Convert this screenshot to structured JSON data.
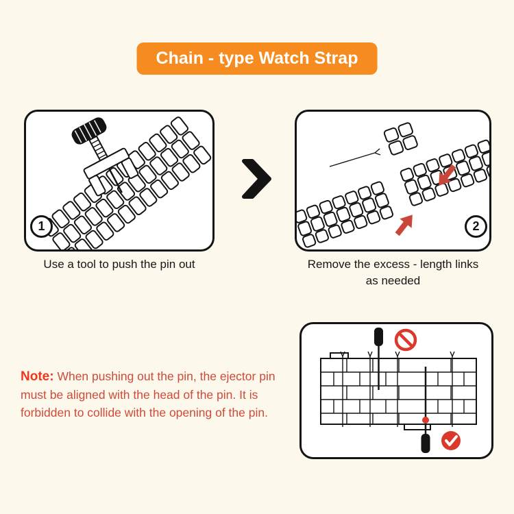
{
  "title": "Chain - type Watch Strap",
  "colors": {
    "page_bg": "#FCF8EC",
    "banner_bg": "#F68B1F",
    "banner_text": "#FFFFFF",
    "line": "#141414",
    "note_label": "#F0361F",
    "note_text": "#CE4A3A",
    "arrow_red": "#C9473A",
    "status_red": "#D93A2B"
  },
  "steps": [
    {
      "number": "1",
      "caption_lines": [
        "Use a tool to push the pin out"
      ]
    },
    {
      "number": "2",
      "caption_lines": [
        "Remove the excess - length links",
        "as needed"
      ]
    }
  ],
  "note": {
    "label": "Note:",
    "text": "When pushing out the pin, the ejector pin must be aligned with the head of the pin. It is forbidden to collide with the opening of the pin."
  },
  "icons": {
    "between_steps": "chevron-right-icon",
    "step2_markers": "red-arrow-icon",
    "wrong": "prohibition-icon",
    "correct": "check-circle-icon"
  }
}
